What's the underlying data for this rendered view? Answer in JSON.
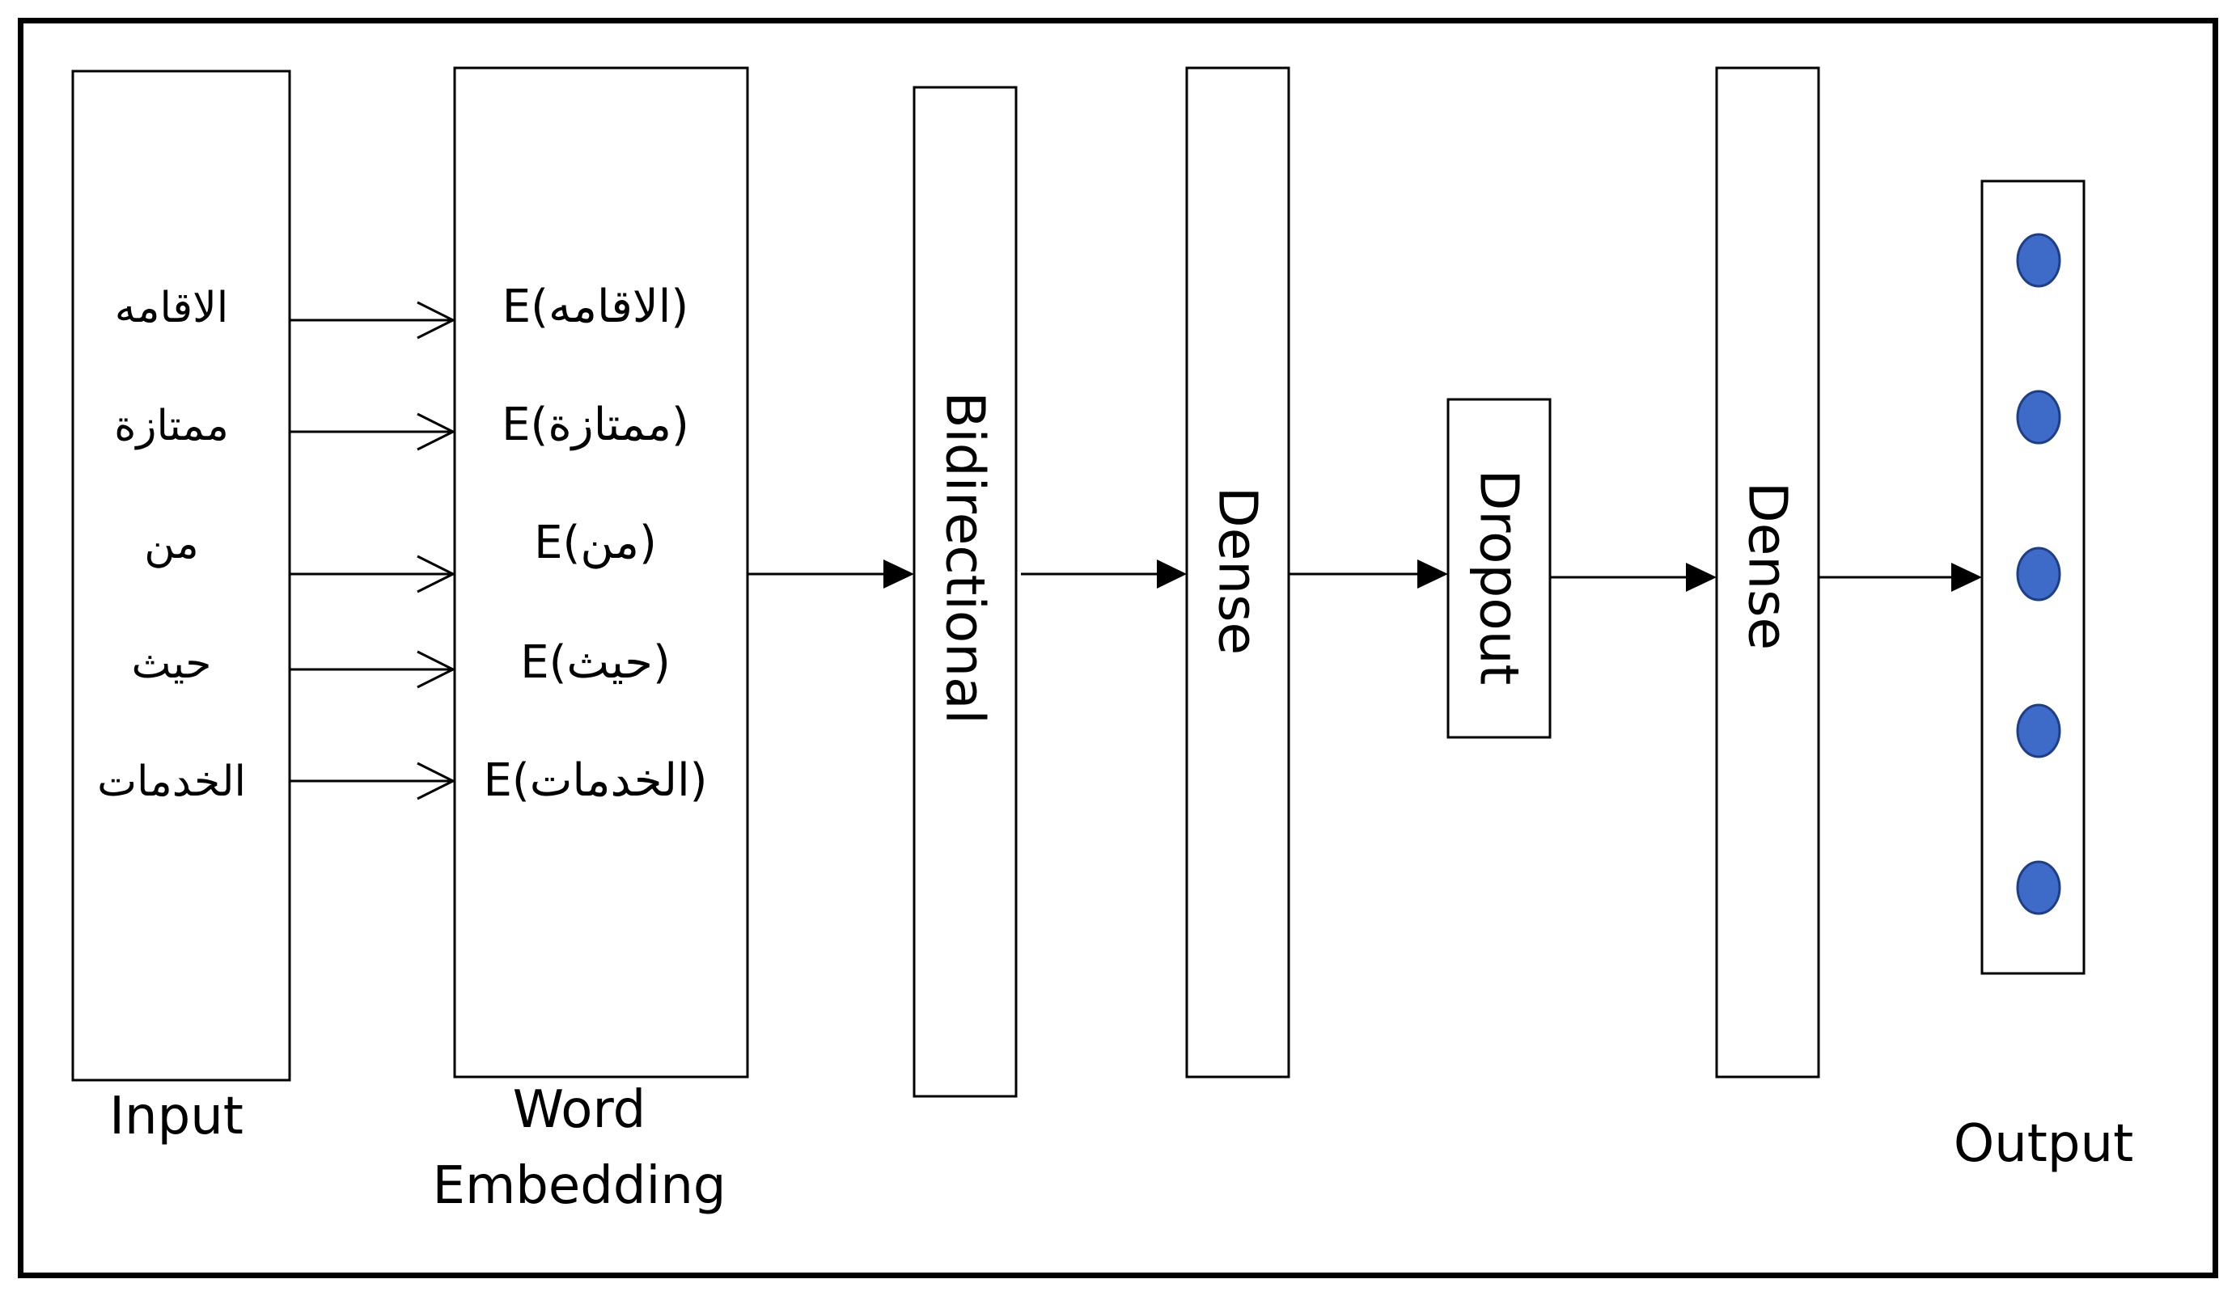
{
  "input": {
    "caption": "Input",
    "words": [
      "الاقامه",
      "ممتازة",
      "من",
      "حيث",
      "الخدمات"
    ]
  },
  "embedding": {
    "caption_line1": "Word",
    "caption_line2": "Embedding",
    "items": [
      "E(الاقامه)",
      "E(ممتازة)",
      "E(من)",
      "E(حيث)",
      "E(الخدمات)"
    ]
  },
  "layers": {
    "bidirectional": "Bidirectional",
    "dense1": "Dense",
    "dropout": "Dropout",
    "dense2": "Dense"
  },
  "output": {
    "caption": "Output",
    "node_count": 5,
    "node_color": "#3f6bc8"
  }
}
